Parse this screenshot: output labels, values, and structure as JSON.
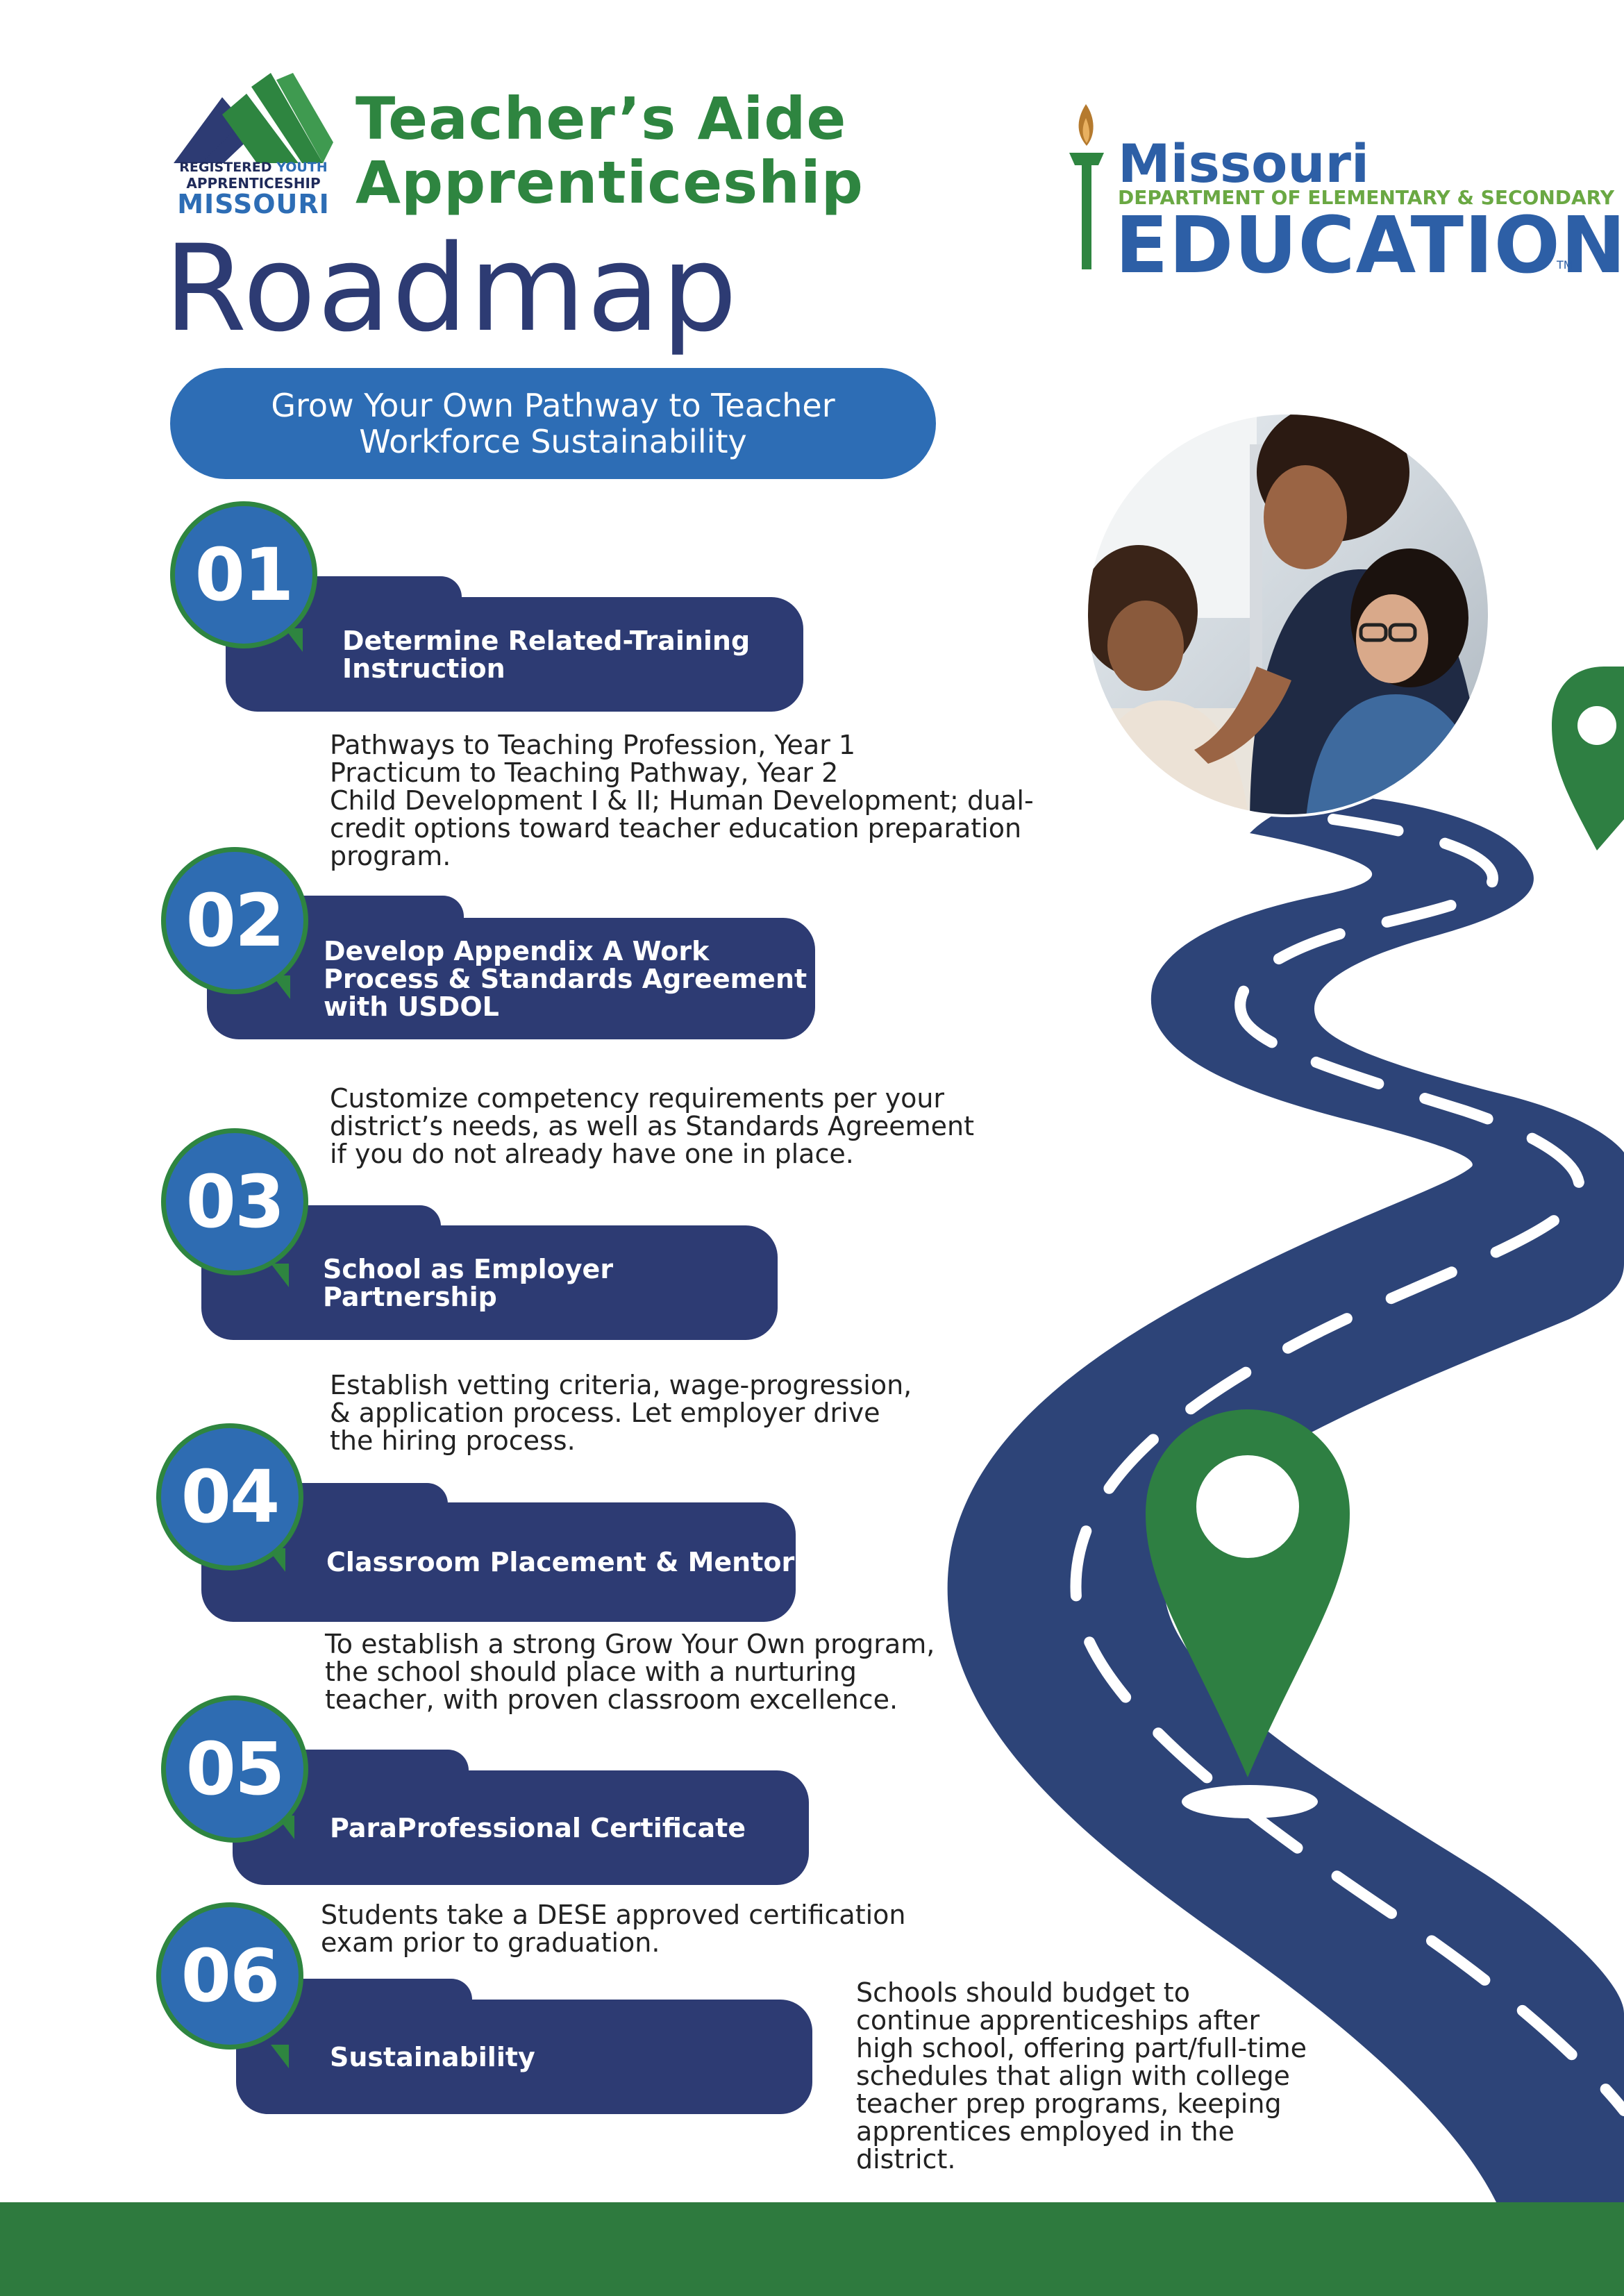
{
  "colors": {
    "navy": "#2d3b73",
    "blue": "#2e6cb2",
    "green": "#2e8540",
    "footer": "#2e7a3e"
  },
  "header": {
    "logo": {
      "line1a": "REGISTERED",
      "line1b": "YOUTH",
      "line2": "APPRENTICESHIP",
      "line3": "MISSOURI"
    },
    "title_line1": "Teacher’s Aide",
    "title_line2": "Apprenticeship",
    "title_line3": "Roadmap",
    "dese": {
      "missouri": "Missouri",
      "dept": "DEPARTMENT OF ELEMENTARY & SECONDARY",
      "education": "EDUCATION",
      "tm": "TM"
    }
  },
  "banner": {
    "line1": "Grow Your Own Pathway to Teacher",
    "line2": "Workforce Sustainability"
  },
  "steps": [
    {
      "num": "01",
      "title": "Determine Related-Training\nInstruction",
      "desc": "Pathways to Teaching Profession, Year 1\nPracticum to Teaching Pathway, Year 2\nChild Development I & II; Human Development; dual-\ncredit options toward teacher education preparation\nprogram."
    },
    {
      "num": "02",
      "title": "Develop Appendix A Work\nProcess & Standards Agreement\nwith USDOL",
      "desc": "Customize competency requirements per your\ndistrict’s needs, as well as Standards Agreement\nif you do not already have one in place."
    },
    {
      "num": "03",
      "title": "School as Employer Partnership",
      "desc": "Establish vetting criteria, wage-progression,\n& application process. Let employer drive\nthe hiring process."
    },
    {
      "num": "04",
      "title": "Classroom Placement & Mentor",
      "desc": "To establish a strong Grow Your Own program,\nthe school should place with a nurturing\nteacher, with proven classroom excellence."
    },
    {
      "num": "05",
      "title": "ParaProfessional Certificate",
      "desc": "Students take a DESE approved certification\nexam prior to graduation."
    },
    {
      "num": "06",
      "title": "Sustainability",
      "desc": "Schools should budget to\ncontinue apprenticeships after\nhigh school, offering part/full-time\nschedules that align with college\nteacher prep programs, keeping\napprentices employed in the\ndistrict."
    }
  ]
}
